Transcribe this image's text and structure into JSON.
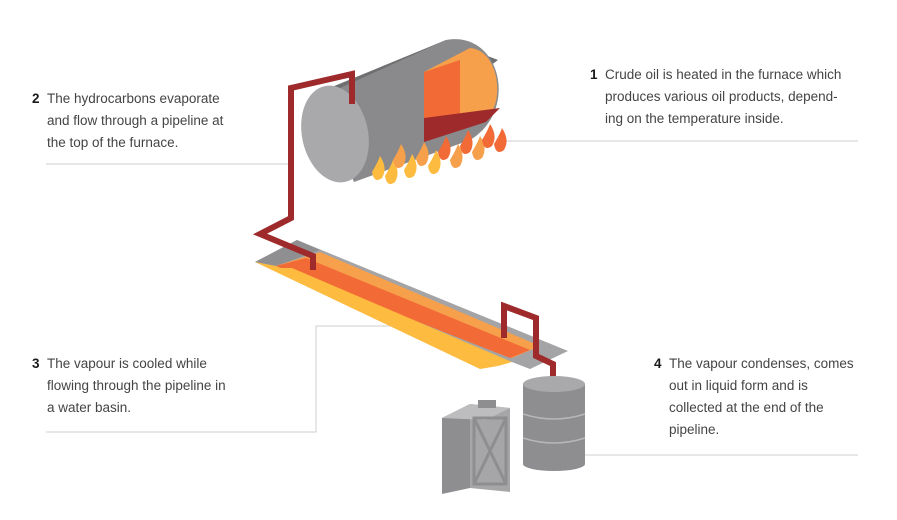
{
  "steps": [
    {
      "number": "1",
      "text": "Crude oil is heated in the furnace which\nproduces various oil products, depend-\ning on the temperature inside."
    },
    {
      "number": "2",
      "text": "The hydrocarbons evaporate\nand flow through a pipeline at\nthe top of the furnace."
    },
    {
      "number": "3",
      "text": "The vapour is cooled while\nflowing through the pipeline in\na water basin."
    },
    {
      "number": "4",
      "text": "The vapour condenses, comes\nout in liquid form and is\ncollected at the end of the\npipeline."
    }
  ],
  "colors": {
    "pipe": "#9e2a2b",
    "furnace_body": "#8a8a8c",
    "furnace_end": "#a9a9ab",
    "fire_orange": "#f26a36",
    "fire_light": "#f7a04b",
    "fire_yellow": "#fdbb3f",
    "basin_gray": "#a4a4a6",
    "drum": "#8e8e90",
    "canister": "#a6a6a8",
    "leader_line": "#cfcfcf"
  },
  "icons": [
    "furnace",
    "flame",
    "pipeline",
    "water-basin",
    "oil-drum",
    "jerry-can"
  ]
}
